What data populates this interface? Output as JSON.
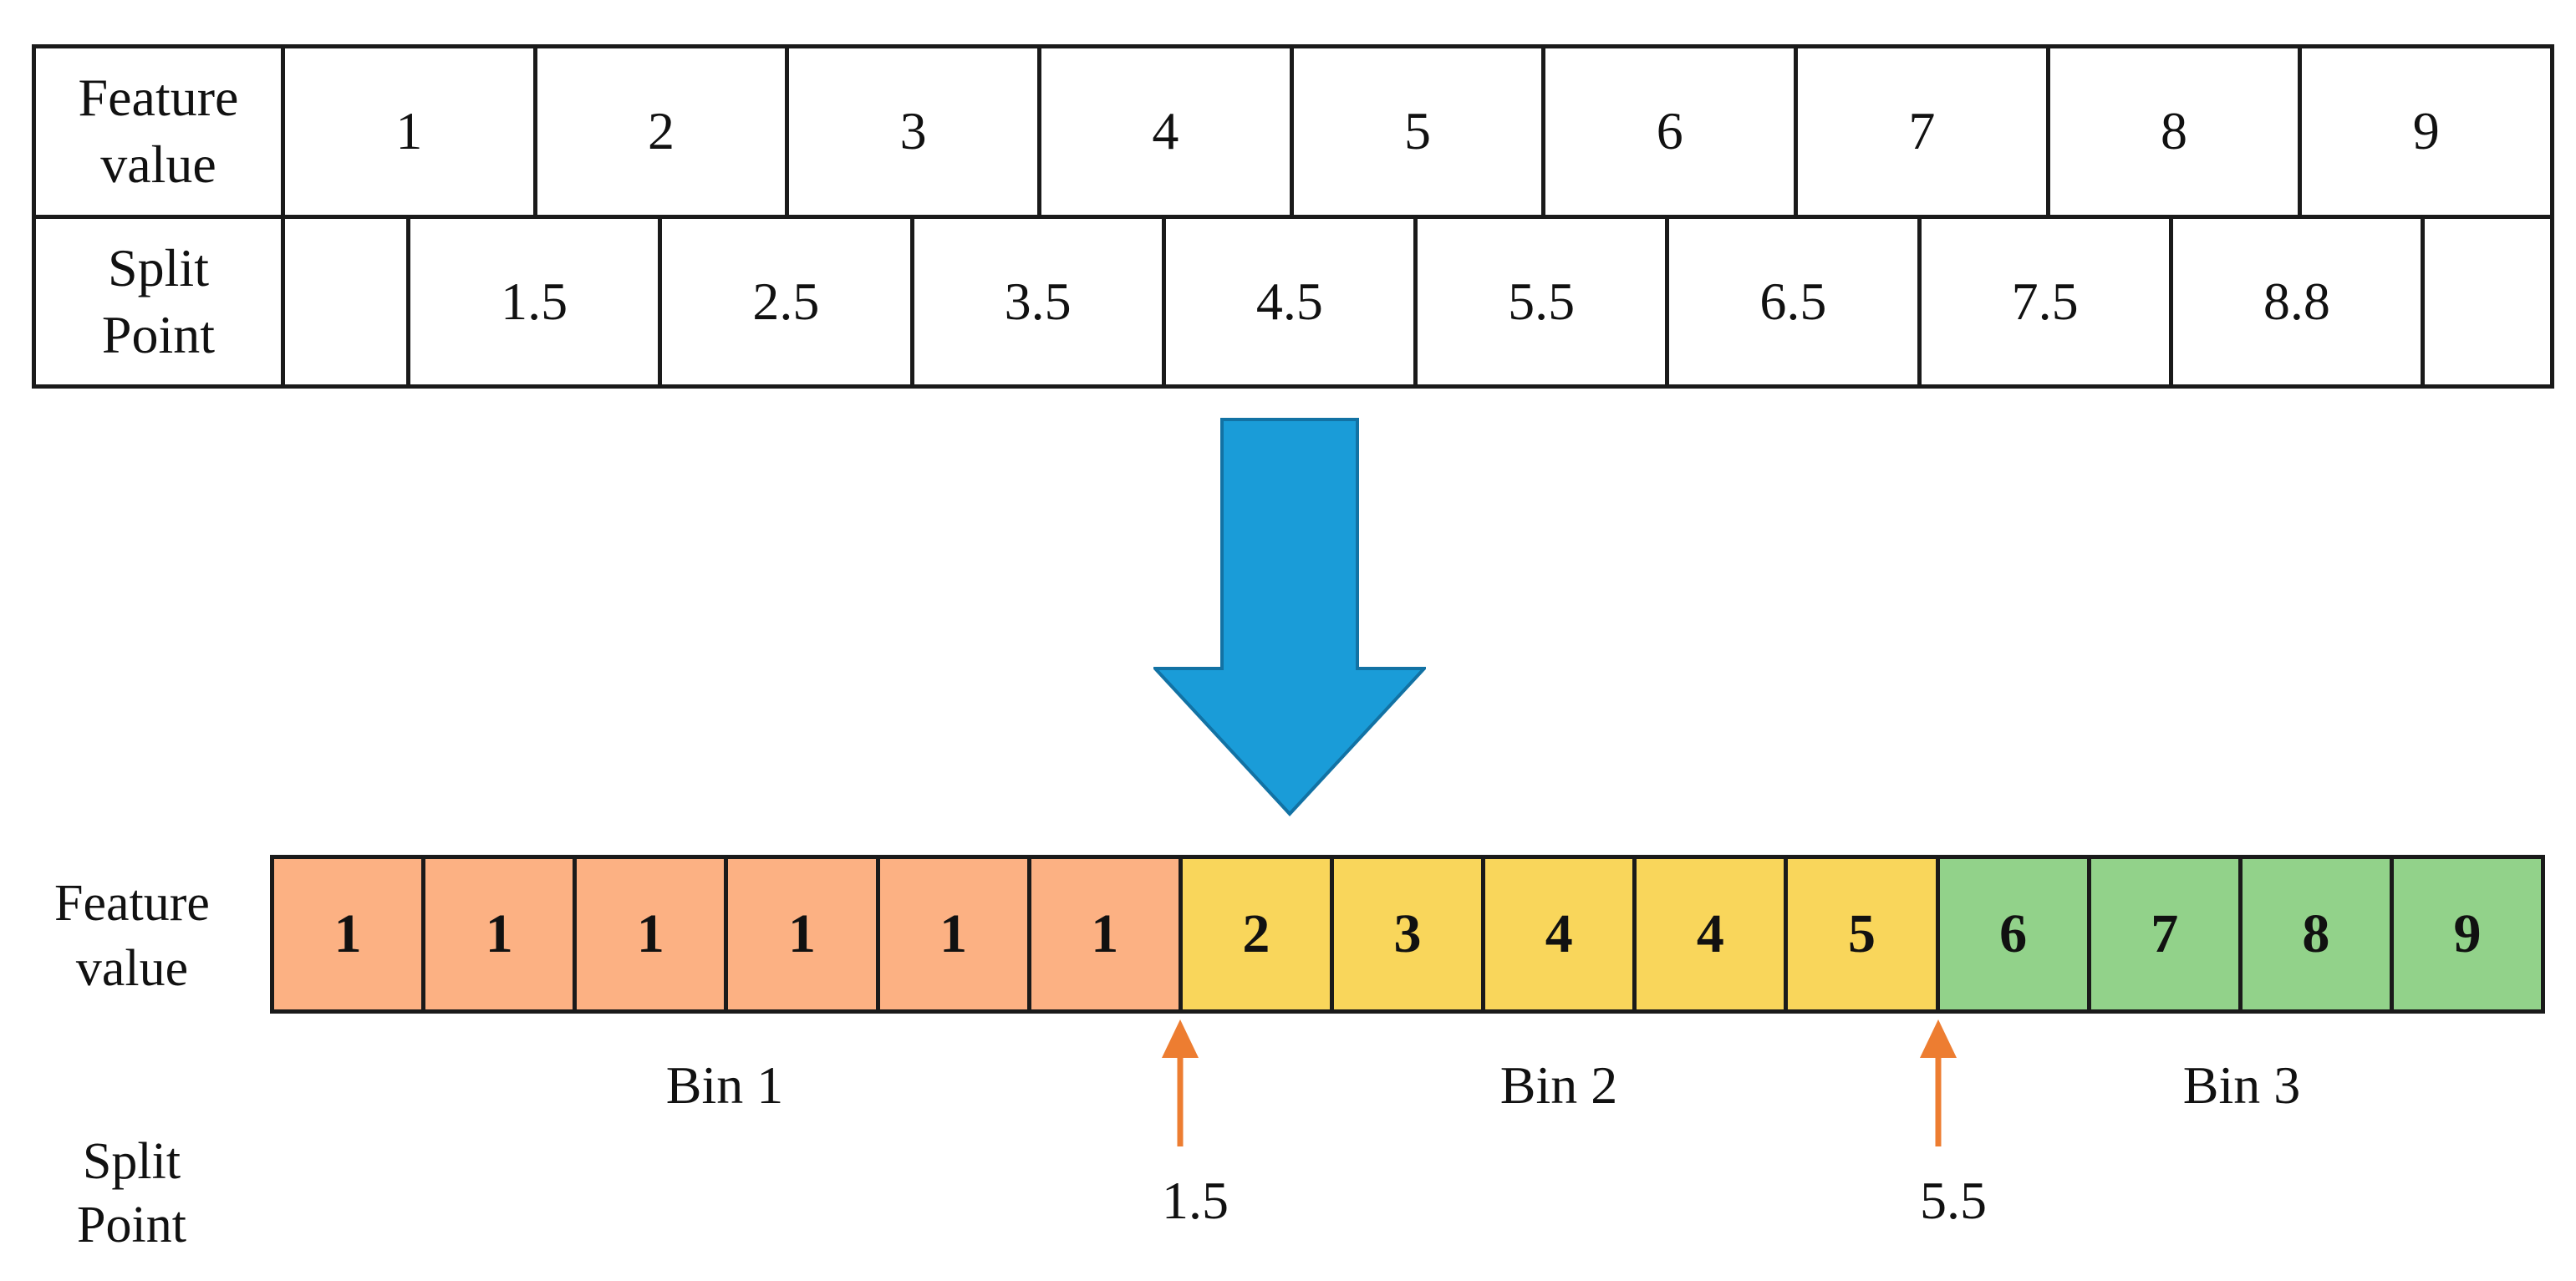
{
  "colors": {
    "bin1_fill": "#FCB183",
    "bin2_fill": "#F9D65B",
    "bin3_fill": "#92D28A",
    "blue_arrow_fill": "#1A9CD8",
    "blue_arrow_stroke": "#1272A4",
    "orange_marker": "#ED7D31",
    "table_border": "#1a1a1a"
  },
  "top_table": {
    "feature_row": {
      "header_line1": "Feature",
      "header_line2": "value",
      "values": [
        "1",
        "2",
        "3",
        "4",
        "5",
        "6",
        "7",
        "8",
        "9"
      ]
    },
    "split_row": {
      "header_line1": "Split",
      "header_line2": "Point",
      "values": [
        "1.5",
        "2.5",
        "3.5",
        "4.5",
        "5.5",
        "6.5",
        "7.5",
        "8.8"
      ]
    }
  },
  "transform_arrow": {
    "icon": "down-block-arrow"
  },
  "binned_row": {
    "label_line1": "Feature",
    "label_line2": "value",
    "values": [
      "1",
      "1",
      "1",
      "1",
      "1",
      "1",
      "2",
      "3",
      "4",
      "4",
      "5",
      "6",
      "7",
      "8",
      "9"
    ]
  },
  "bins": {
    "bin1_label": "Bin 1",
    "bin2_label": "Bin 2",
    "bin3_label": "Bin 3"
  },
  "split_markers": {
    "label_line1": "Split",
    "label_line2": "Point",
    "marker1_value": "1.5",
    "marker2_value": "5.5"
  }
}
